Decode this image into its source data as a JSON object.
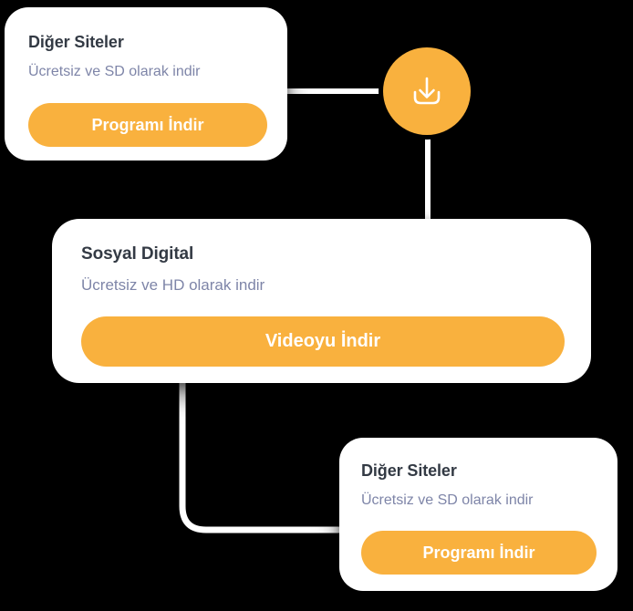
{
  "theme": {
    "accent": "#F9B13E",
    "card_bg": "#FFFFFF",
    "title_color": "#333A44",
    "subtitle_color": "#7E85A8",
    "button_text_color": "#FFFFFF",
    "connector_color": "#FFFFFF",
    "background": "#000000"
  },
  "badge": {
    "icon": "download-tray-icon",
    "label": "Download"
  },
  "cards": [
    {
      "id": "card-1",
      "title": "Diğer Siteler",
      "subtitle": "Ücretsiz ve SD olarak indir",
      "button_label": "Programı İndir"
    },
    {
      "id": "card-2",
      "title": "Sosyal Digital",
      "subtitle": "Ücretsiz ve HD olarak indir",
      "button_label": "Videoyu İndir"
    },
    {
      "id": "card-3",
      "title": "Diğer Siteler",
      "subtitle": "Ücretsiz ve SD olarak indir",
      "button_label": "Programı İndir"
    }
  ]
}
